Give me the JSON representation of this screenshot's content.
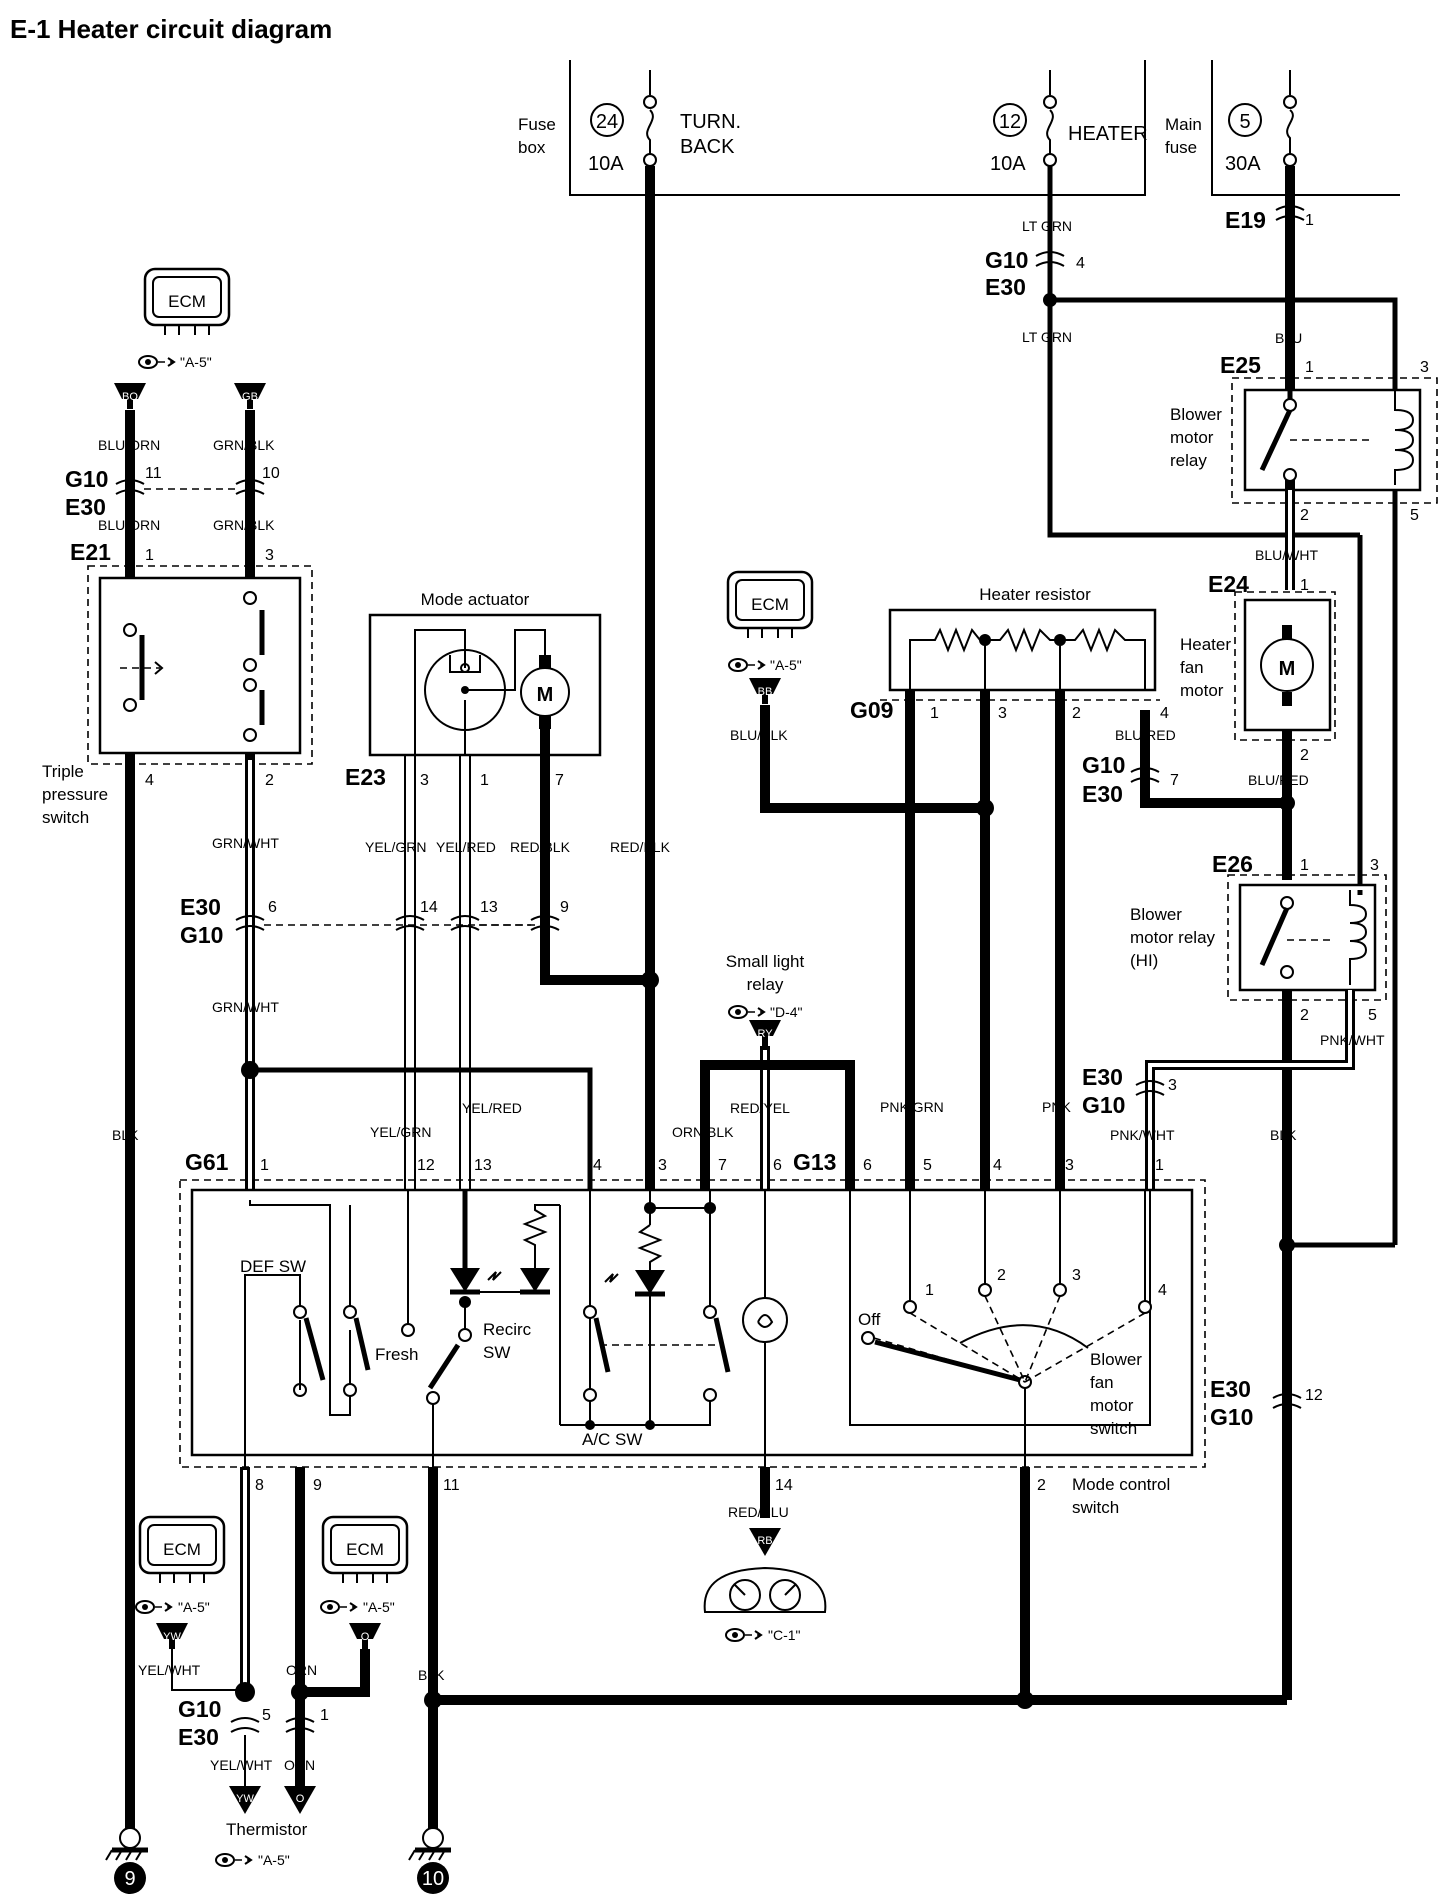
{
  "title": "E-1 Heater circuit diagram",
  "fuse_box": {
    "label_line1": "Fuse",
    "label_line2": "box",
    "fuse_24_no": "24",
    "fuse_24_amp": "10A",
    "fuse_24_name_line1": "TURN.",
    "fuse_24_name_line2": "BACK",
    "fuse_12_no": "12",
    "fuse_12_amp": "10A",
    "fuse_12_name": "HEATER"
  },
  "main_fuse": {
    "label_line1": "Main",
    "label_line2": "fuse",
    "no": "5",
    "amp": "30A"
  },
  "ecm_label": "ECM",
  "ref_a5": "\"A-5\"",
  "ref_d4": "\"D-4\"",
  "ref_c1": "\"C-1\"",
  "terminals": {
    "bo": "BO",
    "gb": "GB",
    "bb": "BB",
    "ry": "RY",
    "rb": "RB",
    "yw": "YW",
    "o": "O"
  },
  "connectors": {
    "g10": "G10",
    "e30": "E30",
    "e21": "E21",
    "e23": "E23",
    "e19": "E19",
    "e25": "E25",
    "e24": "E24",
    "e26": "E26",
    "g09": "G09",
    "g61": "G61",
    "g13": "G13"
  },
  "wires": {
    "blu_orn": "BLU/ORN",
    "grn_blk": "GRN/BLK",
    "grn_wht": "GRN/WHT",
    "yel_grn": "YEL/GRN",
    "yel_red": "YEL/RED",
    "red_blk": "RED/BLK",
    "lt_grn": "LT GRN",
    "blu": "BLU",
    "blu_wht": "BLU/WHT",
    "blu_red": "BLU/RED",
    "blu_blk": "BLU/BLK",
    "red_yel": "RED/YEL",
    "orn_blk": "ORN/BLK",
    "pnk_grn": "PNK/GRN",
    "pnk": "PNK",
    "pnk_wht": "PNK/WHT",
    "blk": "BLK",
    "red_blu": "RED/BLU",
    "yel_wht": "YEL/WHT",
    "orn": "ORN"
  },
  "components": {
    "triple_pressure_line1": "Triple",
    "triple_pressure_line2": "pressure",
    "triple_pressure_line3": "switch",
    "mode_actuator": "Mode actuator",
    "heater_resistor": "Heater resistor",
    "blower_relay_line1": "Blower",
    "blower_relay_line2": "motor",
    "blower_relay_line3": "relay",
    "heater_fan_line1": "Heater",
    "heater_fan_line2": "fan",
    "heater_fan_line3": "motor",
    "relay_hi_line1": "Blower",
    "relay_hi_line2": "motor relay",
    "relay_hi_line3": "(HI)",
    "small_light_line1": "Small light",
    "small_light_line2": "relay",
    "def_sw": "DEF SW",
    "fresh": "Fresh",
    "recirc_line1": "Recirc",
    "recirc_line2": "SW",
    "ac_sw": "A/C SW",
    "off": "Off",
    "fan_switch_line1": "Blower",
    "fan_switch_line2": "fan",
    "fan_switch_line3": "motor",
    "fan_switch_line4": "switch",
    "mode_control_line1": "Mode control",
    "mode_control_line2": "switch",
    "thermistor": "Thermistor",
    "motor_m": "M"
  },
  "grounds": {
    "g9": "9",
    "g10": "10"
  },
  "pins": {
    "p1": "1",
    "p2": "2",
    "p3": "3",
    "p4": "4",
    "p5": "5",
    "p6": "6",
    "p7": "7",
    "p8": "8",
    "p9": "9",
    "p10": "10",
    "p11": "11",
    "p12": "12",
    "p13": "13",
    "p14": "14"
  }
}
